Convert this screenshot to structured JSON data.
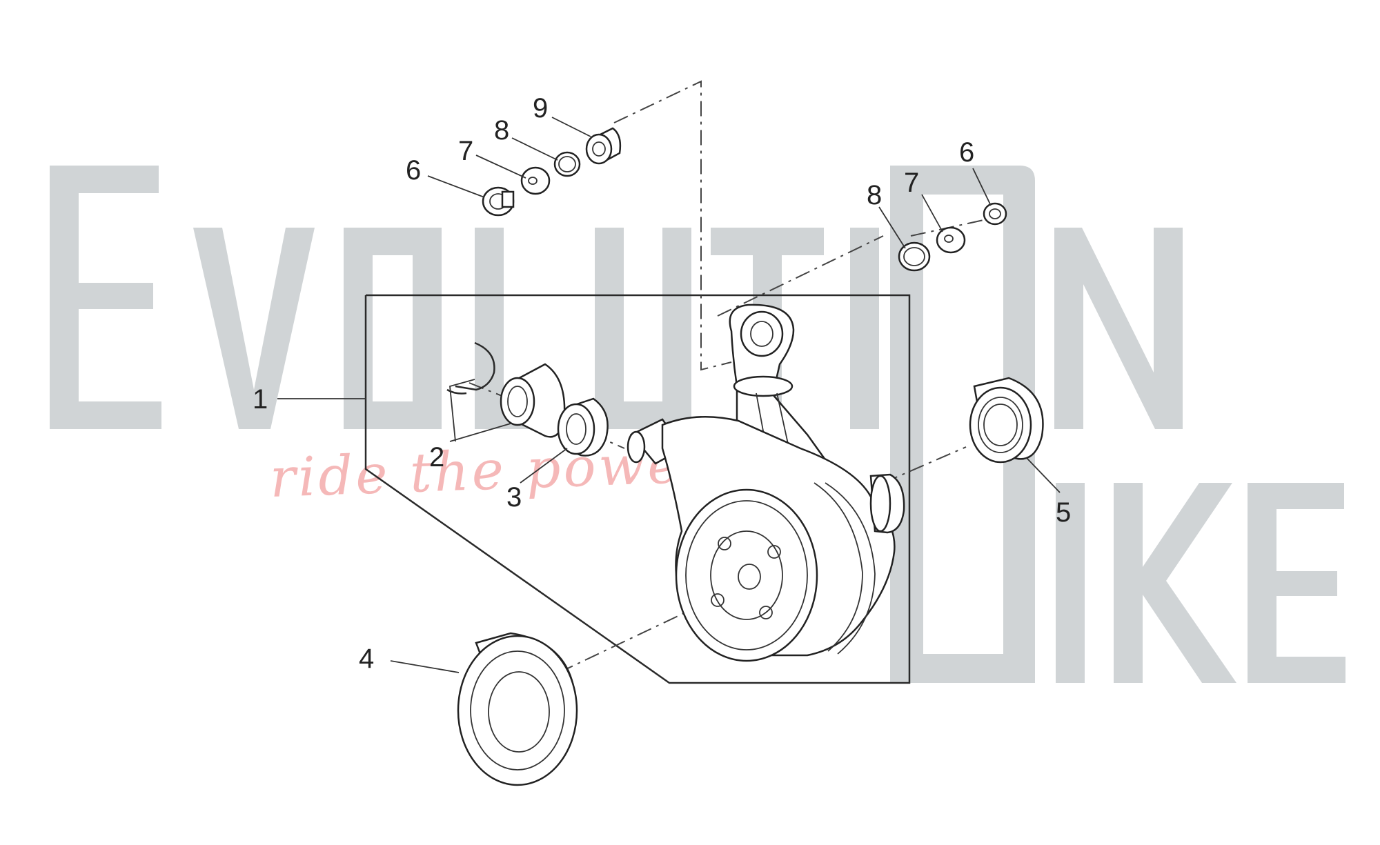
{
  "watermark": {
    "word_top": "EvolutiOn",
    "word_bottom": "Bike",
    "tagline": "ride the power",
    "colors": {
      "letters": "#d0d4d6",
      "tagline": "#f5b8b8"
    }
  },
  "diagram": {
    "callouts": [
      {
        "id": "1",
        "label": "1"
      },
      {
        "id": "2",
        "label": "2"
      },
      {
        "id": "3",
        "label": "3"
      },
      {
        "id": "4",
        "label": "4"
      },
      {
        "id": "5",
        "label": "5"
      },
      {
        "id": "6a",
        "label": "6"
      },
      {
        "id": "7a",
        "label": "7"
      },
      {
        "id": "8a",
        "label": "8"
      },
      {
        "id": "9",
        "label": "9"
      },
      {
        "id": "6b",
        "label": "6"
      },
      {
        "id": "7b",
        "label": "7"
      },
      {
        "id": "8b",
        "label": "8"
      }
    ]
  }
}
